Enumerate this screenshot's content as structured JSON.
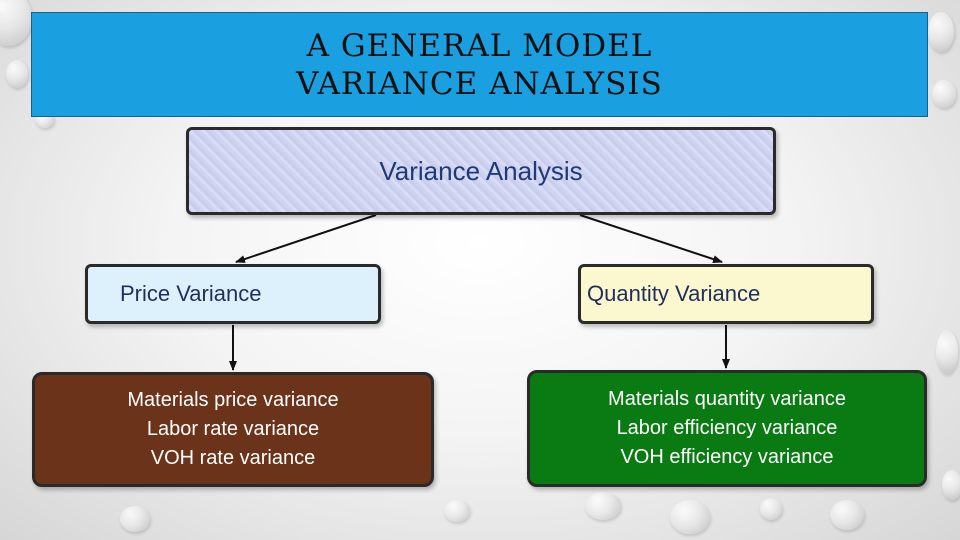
{
  "title": {
    "line1": "A GENERAL MODEL",
    "line2": "VARIANCE ANALYSIS"
  },
  "root": {
    "label": "Variance Analysis"
  },
  "price": {
    "label": "Price Variance",
    "items": [
      "Materials price variance",
      "Labor rate variance",
      "VOH rate variance"
    ]
  },
  "quantity": {
    "label": "Quantity Variance",
    "items": [
      "Materials quantity variance",
      "Labor efficiency variance",
      "VOH efficiency variance"
    ]
  },
  "colors": {
    "banner": "#1aa0e0",
    "root_text": "#1f3a78",
    "price_box": "#dcf1fb",
    "quantity_box": "#fbf7cf",
    "price_detail_box": "#6b3319",
    "quantity_detail_box": "#0a7a12"
  }
}
